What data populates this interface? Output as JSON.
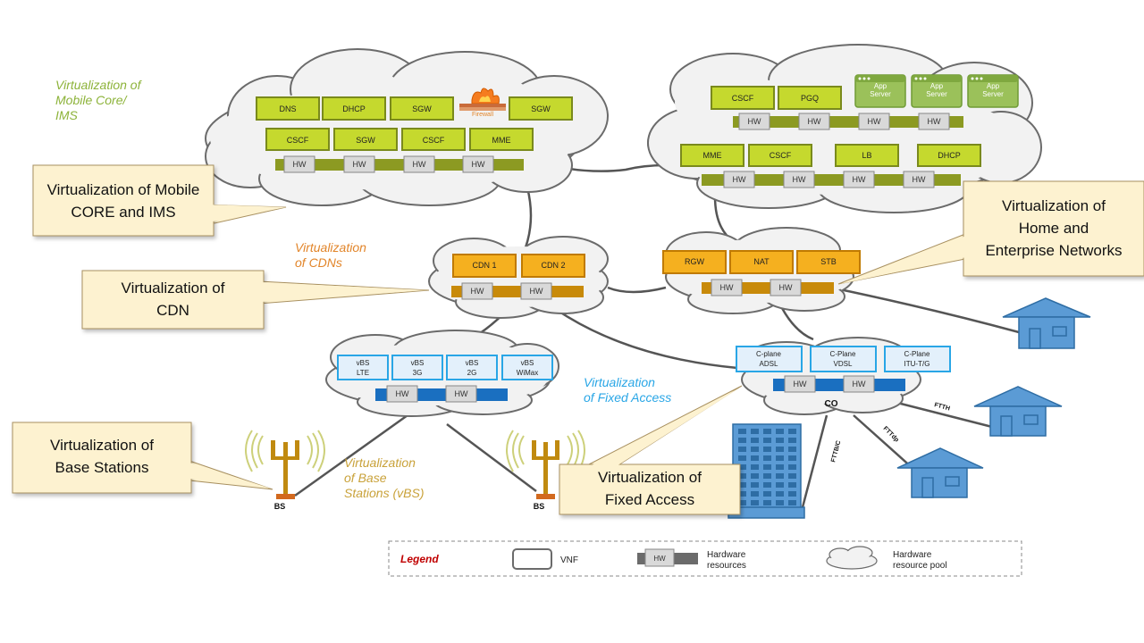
{
  "labels": {
    "mobile_core": "Virtualization of\nMobile Core/\nIMS",
    "cdns": "Virtualization\nof CDNs",
    "fixed_access": "Virtualization\nof Fixed Access",
    "vbs": "Virtualization\nof Base\nStations (vBS)"
  },
  "callouts": {
    "mobile": "Virtualization of Mobile\nCORE and IMS",
    "cdn": "Virtualization of\nCDN",
    "home": "Virtualization of\nHome and\nEnterprise  Networks",
    "base": "Virtualization of\nBase  Stations",
    "fixed": "Virtualization of\nFixed Access"
  },
  "clouds": {
    "mobile": {
      "row1": [
        "DNS",
        "DHCP",
        "SGW",
        "SGW"
      ],
      "firewall": "Firewall",
      "row2": [
        "CSCF",
        "SGW",
        "CSCF",
        "MME"
      ]
    },
    "ims": {
      "row1": [
        "CSCF",
        "PGQ"
      ],
      "app_servers": [
        "App\nServer",
        "App\nServer",
        "App\nServer"
      ],
      "row2": [
        "MME",
        "CSCF",
        "LB",
        "DHCP"
      ]
    },
    "cdn": {
      "vnfs": [
        "CDN 1",
        "CDN 2"
      ]
    },
    "home": {
      "vnfs": [
        "RGW",
        "NAT",
        "STB"
      ]
    },
    "vbs": {
      "vnfs": [
        "vBS\nLTE",
        "vBS\n3G",
        "vBS\n2G",
        "vBS\nWiMax"
      ]
    },
    "fixed": {
      "vnfs": [
        "C-plane\nADSL",
        "C-Plane\nVDSL",
        "C-Plane\nITU-T/G"
      ],
      "co": "CO"
    }
  },
  "hw": "HW",
  "bs": "BS",
  "links": {
    "ftth": "FTTH",
    "fttdp": "FTTdp",
    "fttbc": "FTTB/C"
  },
  "legend": {
    "title": "Legend",
    "vnf": "VNF",
    "hw": "HW",
    "hw_desc": "Hardware\nresources",
    "pool_desc": "Hardware\nresource pool"
  },
  "colors": {
    "green_vnf": "#c5d92e",
    "orange_vnf": "#f5b01f",
    "blue_vnf": "#e3f0fb",
    "green_bar": "#8c9a22",
    "orange_bar": "#c88a0a",
    "blue_bar": "#1a6fc0",
    "house": "#5b9bd5"
  }
}
